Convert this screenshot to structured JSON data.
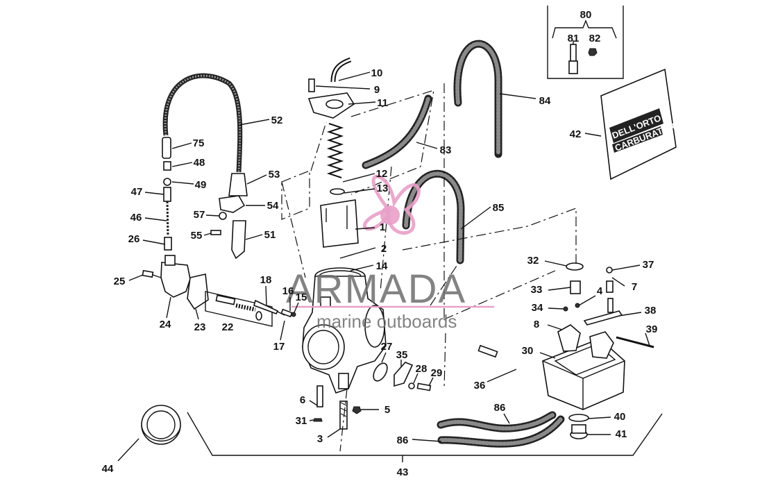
{
  "diagram": {
    "callouts": [
      {
        "label": "80"
      },
      {
        "label": "81"
      },
      {
        "label": "82"
      },
      {
        "label": "10"
      },
      {
        "label": "9"
      },
      {
        "label": "11"
      },
      {
        "label": "84"
      },
      {
        "label": "52"
      },
      {
        "label": "42"
      },
      {
        "label": "83"
      },
      {
        "label": "75"
      },
      {
        "label": "48"
      },
      {
        "label": "53"
      },
      {
        "label": "12"
      },
      {
        "label": "49"
      },
      {
        "label": "47"
      },
      {
        "label": "13"
      },
      {
        "label": "54"
      },
      {
        "label": "85"
      },
      {
        "label": "57"
      },
      {
        "label": "46"
      },
      {
        "label": "1"
      },
      {
        "label": "51"
      },
      {
        "label": "55"
      },
      {
        "label": "26"
      },
      {
        "label": "2"
      },
      {
        "label": "32"
      },
      {
        "label": "37"
      },
      {
        "label": "14"
      },
      {
        "label": "25"
      },
      {
        "label": "18"
      },
      {
        "label": "16"
      },
      {
        "label": "15"
      },
      {
        "label": "33"
      },
      {
        "label": "4"
      },
      {
        "label": "7"
      },
      {
        "label": "34"
      },
      {
        "label": "38"
      },
      {
        "label": "24"
      },
      {
        "label": "23"
      },
      {
        "label": "22"
      },
      {
        "label": "8"
      },
      {
        "label": "39"
      },
      {
        "label": "17"
      },
      {
        "label": "27"
      },
      {
        "label": "35"
      },
      {
        "label": "28"
      },
      {
        "label": "29"
      },
      {
        "label": "30"
      },
      {
        "label": "36"
      },
      {
        "label": "6"
      },
      {
        "label": "5"
      },
      {
        "label": "86"
      },
      {
        "label": "31"
      },
      {
        "label": "40"
      },
      {
        "label": "3"
      },
      {
        "label": "86"
      },
      {
        "label": "41"
      },
      {
        "label": "44"
      },
      {
        "label": "43"
      }
    ]
  },
  "bag": {
    "brand": "DELL'ORTO",
    "subtitle": "CARBURATORI"
  },
  "watermark": {
    "brand": "ARMADA",
    "tagline": "marine outboards",
    "accent_color": "#e8a0c8"
  }
}
